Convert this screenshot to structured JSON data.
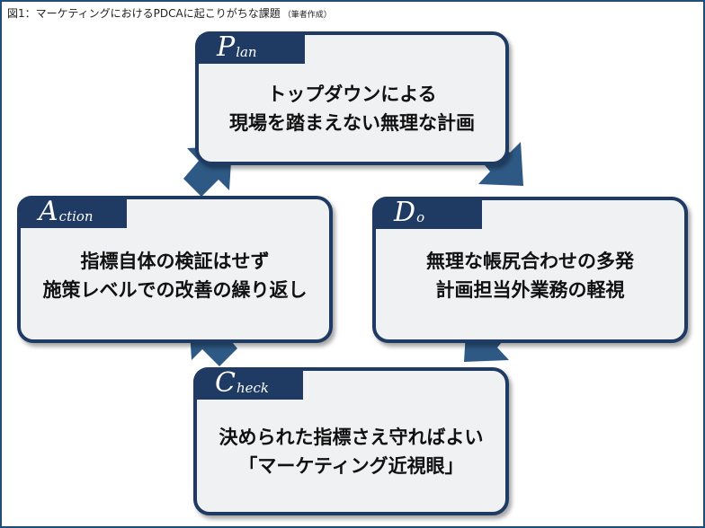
{
  "figure_title": "図1：マーケティングにおけるPDCAに起こりがちな課題",
  "figure_note": "（筆者作成）",
  "colors": {
    "box_border": "#1f3b64",
    "box_fill": "#f0f1f3",
    "arrow": "#2e5985"
  },
  "cards": {
    "plan": {
      "tab_big": "P",
      "tab_small": "lan",
      "line1": "トップダウンによる",
      "line2": "現場を踏まえない無理な計画"
    },
    "do": {
      "tab_big": "D",
      "tab_small": "o",
      "line1": "無理な帳尻合わせの多発",
      "line2": "計画担当外業務の軽視"
    },
    "check": {
      "tab_big": "C",
      "tab_small": "heck",
      "line1": "決められた指標さえ守ればよい",
      "line2": "「マーケティング近視眼」"
    },
    "action": {
      "tab_big": "A",
      "tab_small": "ction",
      "line1": "指標自体の検証はせず",
      "line2": "施策レベルでの改善の繰り返し"
    }
  }
}
